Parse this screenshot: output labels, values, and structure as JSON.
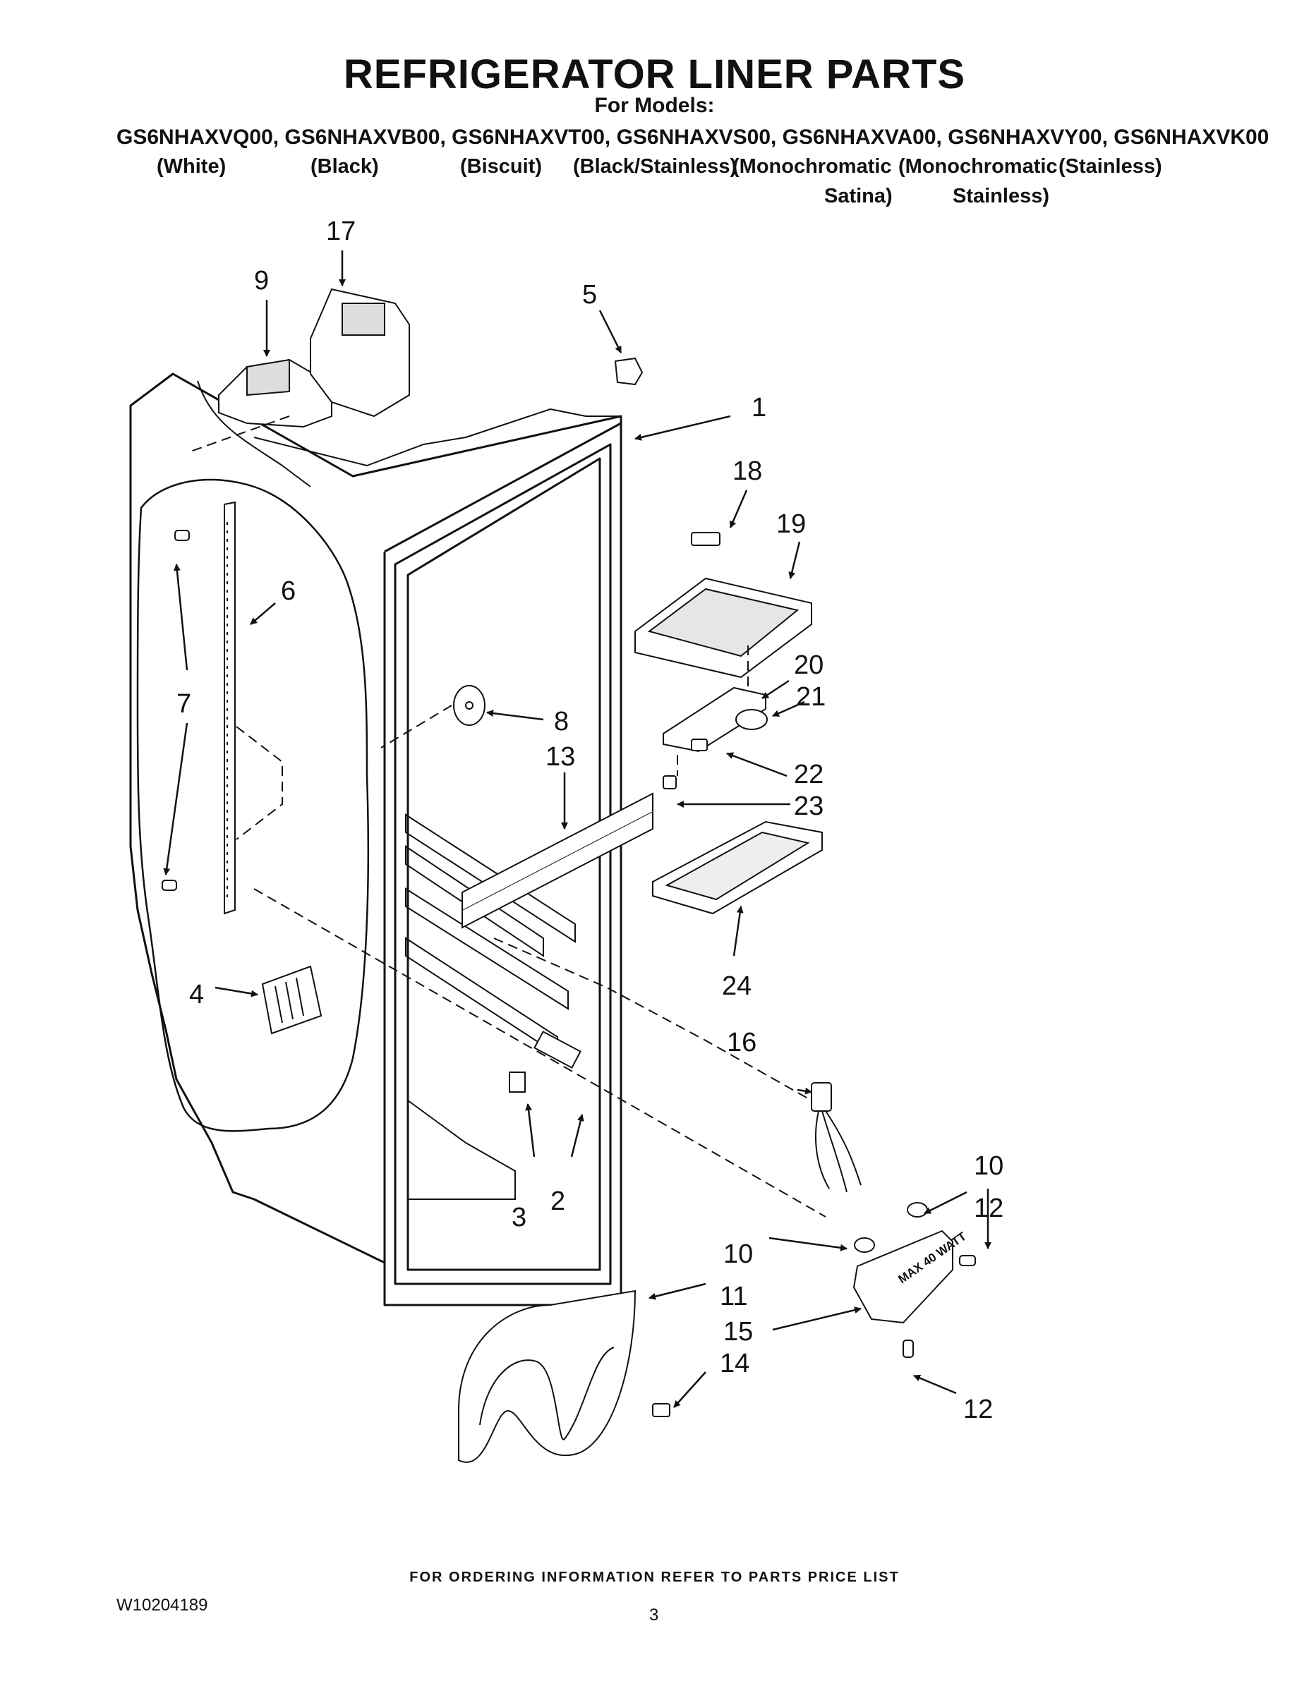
{
  "header": {
    "title": "REFRIGERATOR LINER PARTS",
    "subtitle": "For Models:",
    "models_line": "GS6NHAXVQ00, GS6NHAXVB00, GS6NHAXVT00, GS6NHAXVS00, GS6NHAXVA00, GS6NHAXVY00, GS6NHAXVK00",
    "colors": [
      "(White)",
      "(Black)",
      "(Biscuit)",
      "(Black/Stainless)",
      "(Monochromatic",
      "(Monochromatic",
      "(Stainless)"
    ],
    "colors_line2": [
      "Satina)",
      "Stainless)"
    ]
  },
  "diagram": {
    "callouts": [
      "1",
      "2",
      "3",
      "4",
      "5",
      "6",
      "7",
      "8",
      "9",
      "10",
      "10",
      "11",
      "12",
      "12",
      "13",
      "14",
      "15",
      "16",
      "17",
      "18",
      "19",
      "20",
      "21",
      "22",
      "23",
      "24"
    ],
    "light_housing_text": "MAX 40 WATT"
  },
  "footer": {
    "ordering_note": "FOR ORDERING INFORMATION REFER TO PARTS PRICE LIST",
    "doc_number": "W10204189",
    "page_number": "3"
  }
}
